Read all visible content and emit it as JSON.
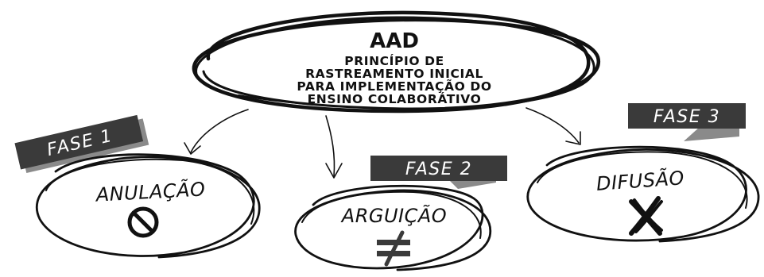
{
  "header": {
    "title": "AAD",
    "subtitle_lines": [
      "PRINCÍPIO DE",
      "RASTREAMENTO INICIAL",
      "PARA IMPLEMENTAÇÃO DO",
      "ENSINO COLABORÁTIVO"
    ]
  },
  "phases": [
    {
      "label": "FASE 1",
      "name": "ANULAÇÃO",
      "icon": "prohibition-icon"
    },
    {
      "label": "FASE 2",
      "name": "ARGUIÇÃO",
      "icon": "not-equal-icon"
    },
    {
      "label": "FASE 3",
      "name": "DIFUSÃO",
      "icon": "cross-icon"
    }
  ],
  "colors": {
    "ink": "#111111",
    "banner": "#3a3a3a",
    "banner_shadow": "#8a8a8a",
    "background": "#ffffff"
  }
}
